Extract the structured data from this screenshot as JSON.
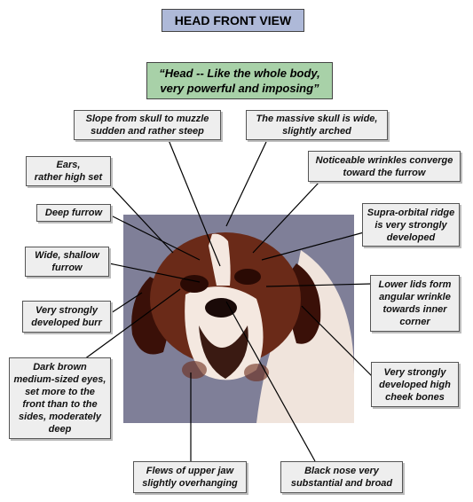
{
  "title": "HEAD FRONT VIEW",
  "quote": "“Head -- Like the whole body,\nvery powerful and imposing”",
  "labels": {
    "slope": "Slope from skull to muzzle\nsudden and rather steep",
    "skull": "The massive skull is wide,\nslightly arched",
    "ears": "Ears,\nrather high set",
    "wrinkles": "Noticeable wrinkles converge\ntoward the furrow",
    "deep_furrow": "Deep furrow",
    "supra": "Supra-orbital ridge\nis very strongly\ndeveloped",
    "wide_furrow": "Wide, shallow\nfurrow",
    "lower_lids": "Lower lids form\nangular wrinkle\ntowards inner\ncorner",
    "burr": "Very strongly\ndeveloped burr",
    "eyes": "Dark brown\nmedium-sized eyes,\nset more to the\nfront than to the\nsides, moderately\ndeep",
    "cheek": "Very strongly\ndeveloped high\ncheek bones",
    "flews": "Flews of upper jaw\nslightly overhanging",
    "nose": "Black nose very\nsubstantial and broad"
  },
  "colors": {
    "title_bg": "#aeb9d8",
    "quote_bg": "#a8d1a8",
    "label_bg": "#eeeeee",
    "photo_bg": "#7f7f98",
    "fur_brown": "#6a2a18",
    "fur_white": "#f4e8e0"
  }
}
